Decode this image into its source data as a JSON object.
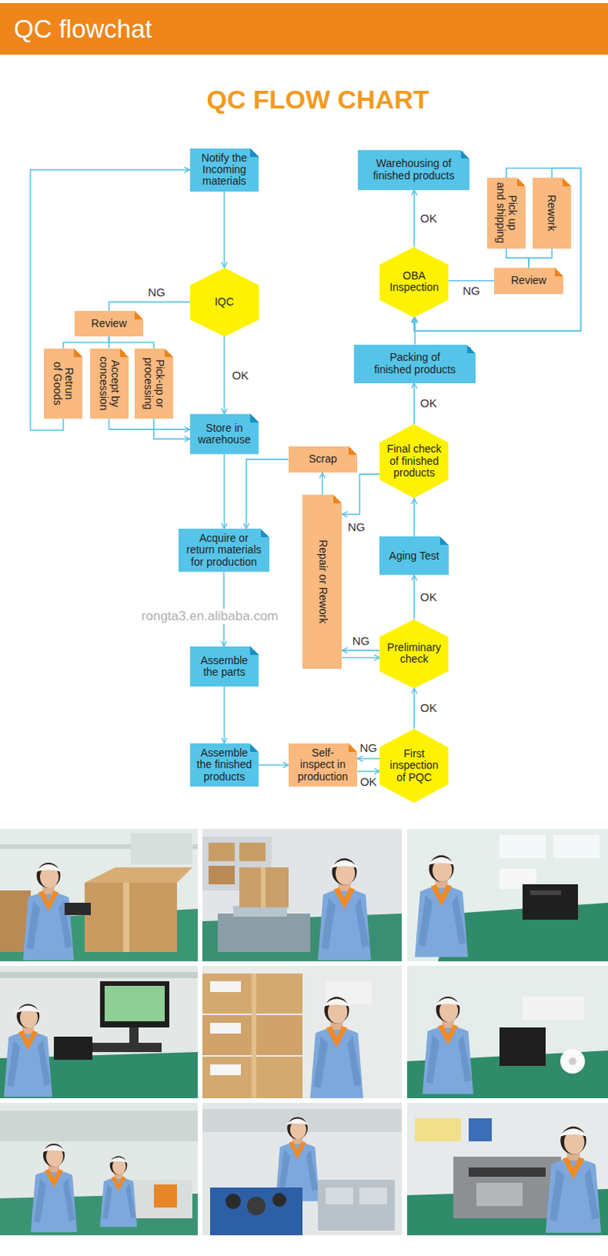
{
  "diagram": {
    "title": "QC FLOW CHART",
    "nodes": [
      {
        "text": [
          "QC flowchat"
        ]
      },
      {
        "text": [
          "Notify the Incoming materials"
        ]
      },
      {
        "text": [
          "IQC"
        ]
      },
      {
        "text": [
          "Review"
        ]
      },
      {
        "text": [
          "Retrun of Goods"
        ]
      },
      {
        "text": [
          "Accept by concession"
        ]
      },
      {
        "text": [
          "Pick-up or processing"
        ]
      },
      {
        "text": [
          "Store in warehouse"
        ]
      },
      {
        "text": [
          "Acquire or return materials for production"
        ]
      },
      {
        "text": [
          "Assemble the parts"
        ]
      },
      {
        "text": [
          "Assemble the finished products"
        ]
      },
      {
        "text": [
          "Self-inspect in production"
        ]
      },
      {
        "text": [
          "First inspection of PQC"
        ]
      },
      {
        "text": [
          "Preliminary check"
        ]
      },
      {
        "text": [
          "Repair or Rework"
        ]
      },
      {
        "text": [
          "Scrap"
        ]
      },
      {
        "text": [
          "Aging Test"
        ]
      },
      {
        "text": [
          "Final check of finished products"
        ]
      },
      {
        "text": [
          "Packing of finished products"
        ]
      },
      {
        "text": [
          "OBA Inspection"
        ]
      },
      {
        "text": [
          "Review"
        ]
      },
      {
        "text": [
          "Pick up and shipping"
        ]
      },
      {
        "text": [
          "Rework"
        ]
      },
      {
        "text": [
          "Warehousing of finished products"
        ]
      }
    ],
    "edges": [
      {
        "from": 1,
        "to": 2,
        "arrow": "to"
      },
      {
        "from": 2,
        "to": 3,
        "label": "NG",
        "arrow": "none"
      },
      {
        "from": 2,
        "to": 7,
        "label": "OK",
        "arrow": "to"
      },
      {
        "from": 3,
        "to": 4,
        "arrow": "none"
      },
      {
        "from": 3,
        "to": 5,
        "arrow": "none"
      },
      {
        "from": 3,
        "to": 6,
        "arrow": "none"
      },
      {
        "from": 4,
        "to": 1,
        "arrow": "to"
      },
      {
        "from": 5,
        "to": 7,
        "arrow": "to"
      },
      {
        "from": 6,
        "to": 7,
        "arrow": "to"
      },
      {
        "from": 7,
        "to": 8,
        "arrow": "to"
      },
      {
        "from": 15,
        "to": 8,
        "arrow": "to"
      },
      {
        "from": 8,
        "to": 9,
        "arrow": "to"
      },
      {
        "from": 9,
        "to": 10,
        "arrow": "to"
      },
      {
        "from": 10,
        "to": 11,
        "arrow": "to"
      },
      {
        "from": 11,
        "to": 12,
        "label": "OK",
        "arrow": "to"
      },
      {
        "from": 12,
        "to": 11,
        "label": "NG",
        "arrow": "to"
      },
      {
        "from": 12,
        "to": 13,
        "label": "OK",
        "arrow": "to"
      },
      {
        "from": 13,
        "to": 14,
        "label": "NG",
        "arrow": "to"
      },
      {
        "from": 14,
        "to": 13,
        "arrow": "to"
      },
      {
        "from": 14,
        "to": 15,
        "arrow": "to"
      },
      {
        "from": 13,
        "to": 16,
        "label": "OK",
        "arrow": "to"
      },
      {
        "from": 16,
        "to": 17,
        "arrow": "to"
      },
      {
        "from": 17,
        "to": 14,
        "label": "NG",
        "arrow": "to"
      },
      {
        "from": 17,
        "to": 18,
        "label": "OK",
        "arrow": "to"
      },
      {
        "from": 18,
        "to": 19,
        "arrow": "to"
      },
      {
        "from": 19,
        "to": 20,
        "label": "NG",
        "arrow": "none"
      },
      {
        "from": 20,
        "to": 21,
        "arrow": "none"
      },
      {
        "from": 20,
        "to": 22,
        "arrow": "none"
      },
      {
        "from": 21,
        "to": 19,
        "arrow": "to"
      },
      {
        "from": 22,
        "to": 19,
        "arrow": "to"
      },
      {
        "from": 19,
        "to": 23,
        "label": "OK",
        "arrow": "to"
      }
    ],
    "labels": [
      "rongta3.en.alibaba.com"
    ]
  }
}
